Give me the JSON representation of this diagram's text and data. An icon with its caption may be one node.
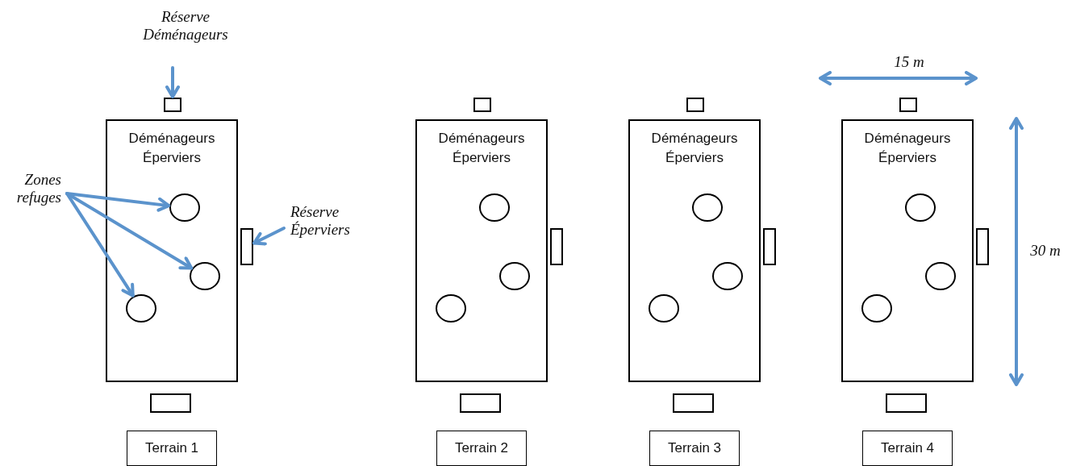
{
  "diagram": {
    "nodes": [
      {
        "text": [
          "Réserve Déménageurs"
        ]
      },
      {
        "text": [
          "Zones refuges"
        ]
      },
      {
        "text": [
          "Réserve Éperviers"
        ]
      },
      {
        "text": [],
        "shape": "box"
      },
      {
        "text": [
          "Déménageurs",
          "Éperviers"
        ]
      },
      {
        "text": [],
        "shape": "circle",
        "in": 4
      },
      {
        "text": [],
        "shape": "circle",
        "in": 4
      },
      {
        "text": [],
        "shape": "circle",
        "in": 4
      },
      {
        "text": [],
        "shape": "box"
      },
      {
        "text": [],
        "shape": "box"
      },
      {
        "text": [
          "Terrain 1"
        ]
      },
      {
        "text": [],
        "shape": "box"
      },
      {
        "text": [
          "Déménageurs",
          "Éperviers"
        ]
      },
      {
        "text": [],
        "shape": "circle",
        "in": 12
      },
      {
        "text": [],
        "shape": "circle",
        "in": 12
      },
      {
        "text": [],
        "shape": "circle",
        "in": 12
      },
      {
        "text": [],
        "shape": "box"
      },
      {
        "text": [],
        "shape": "box"
      },
      {
        "text": [
          "Terrain 2"
        ]
      },
      {
        "text": [],
        "shape": "box"
      },
      {
        "text": [
          "Déménageurs",
          "Éperviers"
        ]
      },
      {
        "text": [],
        "shape": "circle",
        "in": 20
      },
      {
        "text": [],
        "shape": "circle",
        "in": 20
      },
      {
        "text": [],
        "shape": "circle",
        "in": 20
      },
      {
        "text": [],
        "shape": "box"
      },
      {
        "text": [],
        "shape": "box"
      },
      {
        "text": [
          "Terrain 3"
        ]
      },
      {
        "text": [],
        "shape": "box"
      },
      {
        "text": [
          "Déménageurs",
          "Éperviers"
        ]
      },
      {
        "text": [],
        "shape": "circle",
        "in": 28
      },
      {
        "text": [],
        "shape": "circle",
        "in": 28
      },
      {
        "text": [],
        "shape": "circle",
        "in": 28
      },
      {
        "text": [],
        "shape": "box"
      },
      {
        "text": [],
        "shape": "box"
      },
      {
        "text": [
          "Terrain 4"
        ]
      }
    ],
    "edges": [
      {
        "from": 0,
        "to": 3,
        "arrow": "to"
      },
      {
        "from": 1,
        "to": 5,
        "arrow": "to"
      },
      {
        "from": 1,
        "to": 6,
        "arrow": "to"
      },
      {
        "from": 1,
        "to": 7,
        "arrow": "to"
      },
      {
        "from": 2,
        "to": 8,
        "arrow": "to"
      }
    ],
    "labels": [
      "15 m",
      "30 m"
    ]
  }
}
